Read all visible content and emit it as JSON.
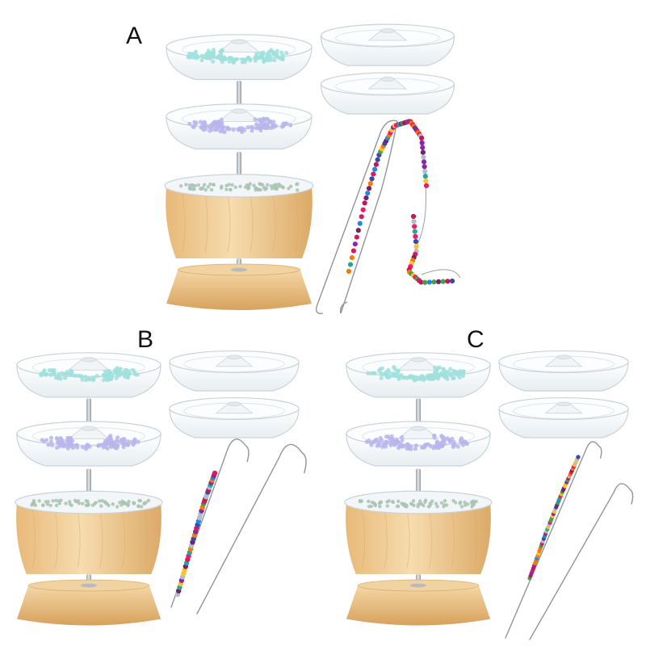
{
  "panels": [
    {
      "label": "A",
      "needle_style": "threaded-loop"
    },
    {
      "label": "B",
      "needle_style": "twin-hooks-beads"
    },
    {
      "label": "C",
      "needle_style": "twin-hooks-beads"
    }
  ],
  "colors": {
    "wood_light": "#f2d29e",
    "wood_dark": "#d9a762",
    "bowl_glass": "#eef3f6",
    "bowl_edge": "#c9d3da",
    "beads_cyan": "#9fe1dc",
    "beads_lavender": "#b8b6ec",
    "beads_sage": "#a9c3b2",
    "spindle": "#b8bcc0"
  },
  "bead_palette": [
    "#7a1f6b",
    "#c2185b",
    "#e91e63",
    "#3949ab",
    "#26a69a",
    "#f57c00",
    "#fbc02d",
    "#43a047",
    "#8e24aa",
    "#1e88e5",
    "#b0bec5",
    "#d81b60"
  ]
}
